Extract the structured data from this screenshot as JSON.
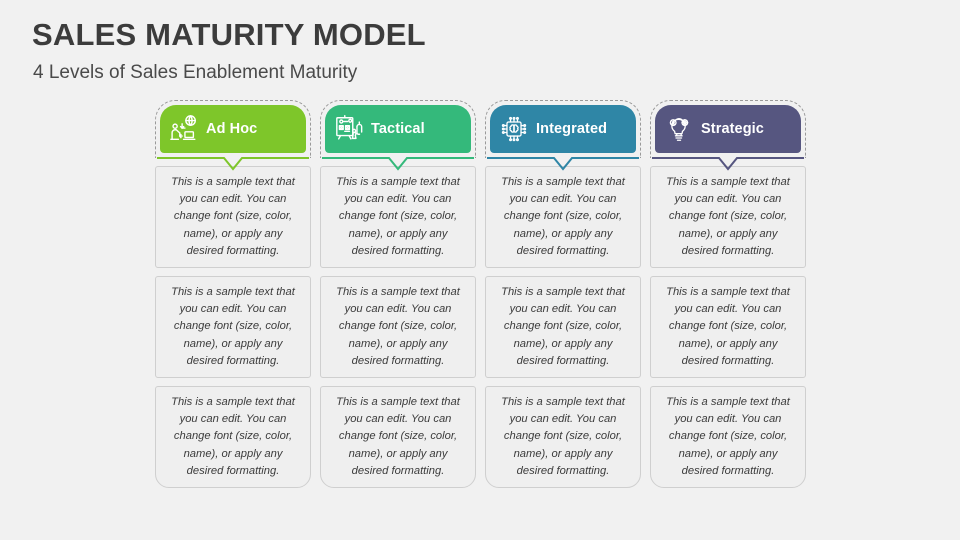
{
  "header": {
    "title": "SALES MATURITY MODEL",
    "subtitle": "4 Levels of Sales Enablement Maturity"
  },
  "theme": {
    "background": "#f1f1f1",
    "title_color": "#3c3c3c",
    "subtitle_color": "#4a4a4a",
    "card_background": "#efefef",
    "card_border": "#cfcfcf",
    "card_text_color": "#3b3b3b",
    "outline_dashed_color": "#9a9a9a"
  },
  "sample_text": "This is a sample text that you can edit. You can change font (size, color, name), or apply any desired formatting.",
  "columns": [
    {
      "label": "Ad Hoc",
      "color": "#7ec62a",
      "icon": "remote-work-globe-icon",
      "cards": [
        "This is a sample text that you can edit. You can change font (size, color, name), or apply any desired formatting.",
        "This is a sample text that you can edit. You can change font (size, color, name), or apply any desired formatting.",
        "This is a sample text that you can edit. You can change font (size, color, name), or apply any desired formatting."
      ]
    },
    {
      "label": "Tactical",
      "color": "#34b97b",
      "icon": "strategy-board-icon",
      "cards": [
        "This is a sample text that you can edit. You can change font (size, color, name), or apply any desired formatting.",
        "This is a sample text that you can edit. You can change font (size, color, name), or apply any desired formatting.",
        "This is a sample text that you can edit. You can change font (size, color, name), or apply any desired formatting."
      ]
    },
    {
      "label": "Integrated",
      "color": "#2f86a6",
      "icon": "ai-chip-brain-icon",
      "cards": [
        "This is a sample text that you can edit. You can change font (size, color, name), or apply any desired formatting.",
        "This is a sample text that you can edit. You can change font (size, color, name), or apply any desired formatting.",
        "This is a sample text that you can edit. You can change font (size, color, name), or apply any desired formatting."
      ]
    },
    {
      "label": "Strategic",
      "color": "#565680",
      "icon": "lightbulb-idea-icon",
      "cards": [
        "This is a sample text that you can edit. You can change font (size, color, name), or apply any desired formatting.",
        "This is a sample text that you can edit. You can change font (size, color, name), or apply any desired formatting.",
        "This is a sample text that you can edit. You can change font (size, color, name), or apply any desired formatting."
      ]
    }
  ]
}
